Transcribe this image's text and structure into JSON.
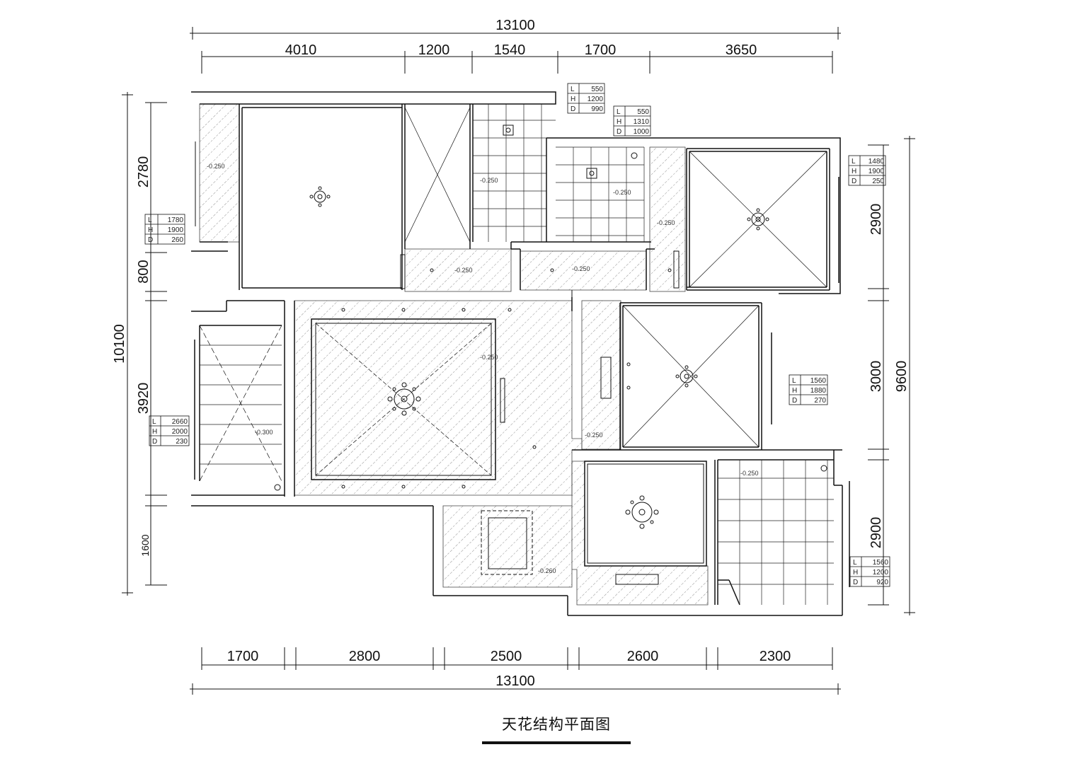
{
  "title": "天花结构平面图",
  "top_dims": {
    "total": "13100",
    "segments": [
      "4010",
      "1200",
      "1540",
      "1700",
      "3650"
    ]
  },
  "bottom_dims": {
    "total": "13100",
    "segments": [
      "1700",
      "2800",
      "2500",
      "2600",
      "2300"
    ]
  },
  "left_dims": {
    "total": "10100",
    "segments": [
      "2780",
      "800",
      "3920",
      "1600"
    ]
  },
  "right_dims": {
    "total": "9600",
    "segments": [
      "2900",
      "3000",
      "2900"
    ]
  },
  "level_tags": [
    "-0.250",
    "-0.250",
    "-0.250",
    "-0.250",
    "-0.250",
    "-0.250",
    "-0.250",
    "-0.300",
    "-0.250",
    "-0.250",
    "-0.260"
  ],
  "spec_tables": [
    {
      "L": "550",
      "H": "1200",
      "D": "990"
    },
    {
      "L": "550",
      "H": "1310",
      "D": "1000"
    },
    {
      "L": "1480",
      "H": "1900",
      "D": "250"
    },
    {
      "L": "1780",
      "H": "1900",
      "D": "260"
    },
    {
      "L": "1560",
      "H": "1880",
      "D": "270"
    },
    {
      "L": "2660",
      "H": "2000",
      "D": "230"
    },
    {
      "L": "1560",
      "H": "1200",
      "D": "920"
    }
  ],
  "spec_keys": [
    "L",
    "H",
    "D"
  ]
}
